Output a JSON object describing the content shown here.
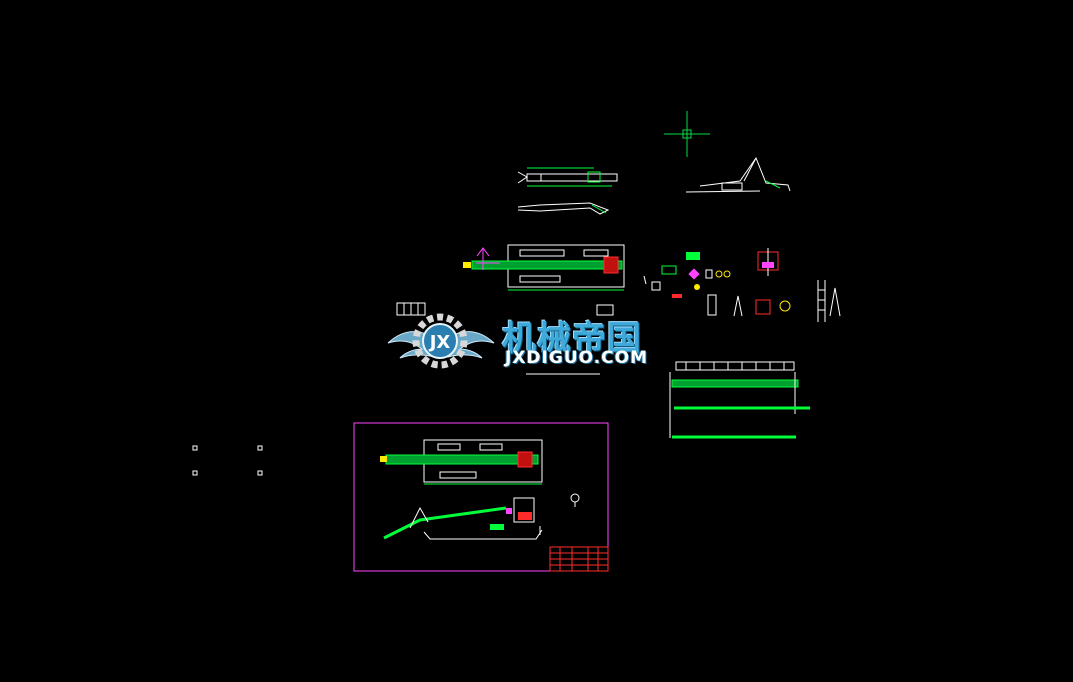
{
  "watermark": {
    "logo_letters": "JX",
    "title": "机械帝国",
    "subtitle": "JXDIGUO.COM"
  },
  "colors": {
    "background": "#000000",
    "geometry_white": "#ffffff",
    "geometry_green": "#00ff3a",
    "frame_magenta": "#ff44ff",
    "title_block_red": "#ff2b2b",
    "crosshair_green": "#00e040",
    "watermark_blue": "#3fa9d9"
  },
  "icons": [
    "crosshair-cursor-icon",
    "gear-logo-icon",
    "wing-logo-icon"
  ]
}
